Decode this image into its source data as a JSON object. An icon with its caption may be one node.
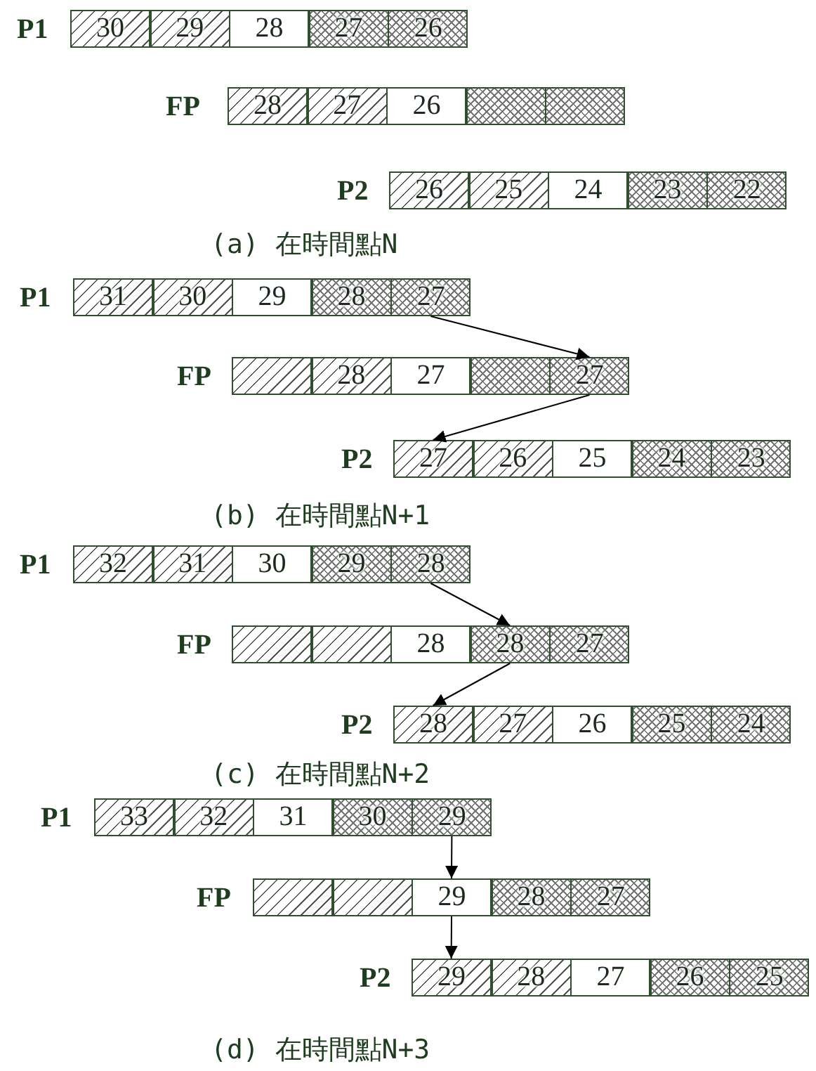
{
  "diagram": {
    "nodes": [
      {
        "text": [
          "30"
        ]
      },
      {
        "text": [
          "29"
        ]
      },
      {
        "text": [
          "28"
        ]
      },
      {
        "text": [
          "27"
        ]
      },
      {
        "text": [
          "26"
        ]
      },
      {
        "text": [
          "28"
        ]
      },
      {
        "text": [
          "27"
        ]
      },
      {
        "text": [
          "26"
        ]
      },
      {
        "text": [],
        "shape": "box"
      },
      {
        "text": [],
        "shape": "box"
      },
      {
        "text": [
          "26"
        ]
      },
      {
        "text": [
          "25"
        ]
      },
      {
        "text": [
          "24"
        ]
      },
      {
        "text": [
          "23"
        ]
      },
      {
        "text": [
          "22"
        ]
      },
      {
        "text": [
          "31"
        ]
      },
      {
        "text": [
          "30"
        ]
      },
      {
        "text": [
          "29"
        ]
      },
      {
        "text": [
          "28"
        ]
      },
      {
        "text": [
          "27"
        ]
      },
      {
        "text": [],
        "shape": "box"
      },
      {
        "text": [
          "28"
        ]
      },
      {
        "text": [
          "27"
        ]
      },
      {
        "text": [],
        "shape": "box"
      },
      {
        "text": [
          "27"
        ]
      },
      {
        "text": [
          "27"
        ]
      },
      {
        "text": [
          "26"
        ]
      },
      {
        "text": [
          "25"
        ]
      },
      {
        "text": [
          "24"
        ]
      },
      {
        "text": [
          "23"
        ]
      },
      {
        "text": [
          "32"
        ]
      },
      {
        "text": [
          "31"
        ]
      },
      {
        "text": [
          "30"
        ]
      },
      {
        "text": [
          "29"
        ]
      },
      {
        "text": [
          "28"
        ]
      },
      {
        "text": [],
        "shape": "box"
      },
      {
        "text": [],
        "shape": "box"
      },
      {
        "text": [
          "28"
        ]
      },
      {
        "text": [
          "28"
        ]
      },
      {
        "text": [
          "27"
        ]
      },
      {
        "text": [
          "28"
        ]
      },
      {
        "text": [
          "27"
        ]
      },
      {
        "text": [
          "26"
        ]
      },
      {
        "text": [
          "25"
        ]
      },
      {
        "text": [
          "24"
        ]
      },
      {
        "text": [
          "33"
        ]
      },
      {
        "text": [
          "32"
        ]
      },
      {
        "text": [
          "31"
        ]
      },
      {
        "text": [
          "30"
        ]
      },
      {
        "text": [
          "29"
        ]
      },
      {
        "text": [],
        "shape": "box"
      },
      {
        "text": [],
        "shape": "box"
      },
      {
        "text": [
          "29"
        ]
      },
      {
        "text": [
          "28"
        ]
      },
      {
        "text": [
          "27"
        ]
      },
      {
        "text": [
          "29"
        ]
      },
      {
        "text": [
          "28"
        ]
      },
      {
        "text": [
          "27"
        ]
      },
      {
        "text": [
          "26"
        ]
      },
      {
        "text": [
          "25"
        ]
      }
    ],
    "edges": [
      {
        "from": 19,
        "to": 24,
        "arrow": "to"
      },
      {
        "from": 24,
        "to": 25,
        "arrow": "to"
      },
      {
        "from": 34,
        "to": 38,
        "arrow": "to"
      },
      {
        "from": 38,
        "to": 40,
        "arrow": "to"
      },
      {
        "from": 49,
        "to": 52,
        "arrow": "to"
      },
      {
        "from": 52,
        "to": 55,
        "arrow": "to"
      }
    ],
    "labels": [
      "P1",
      "FP",
      "P2",
      "(a) 在時間點N",
      "P1",
      "FP",
      "P2",
      "(b) 在時間點N+1",
      "P1",
      "FP",
      "P2",
      "(c) 在時間點N+2",
      "P1",
      "FP",
      "P2",
      "(d) 在時間點N+3"
    ]
  }
}
